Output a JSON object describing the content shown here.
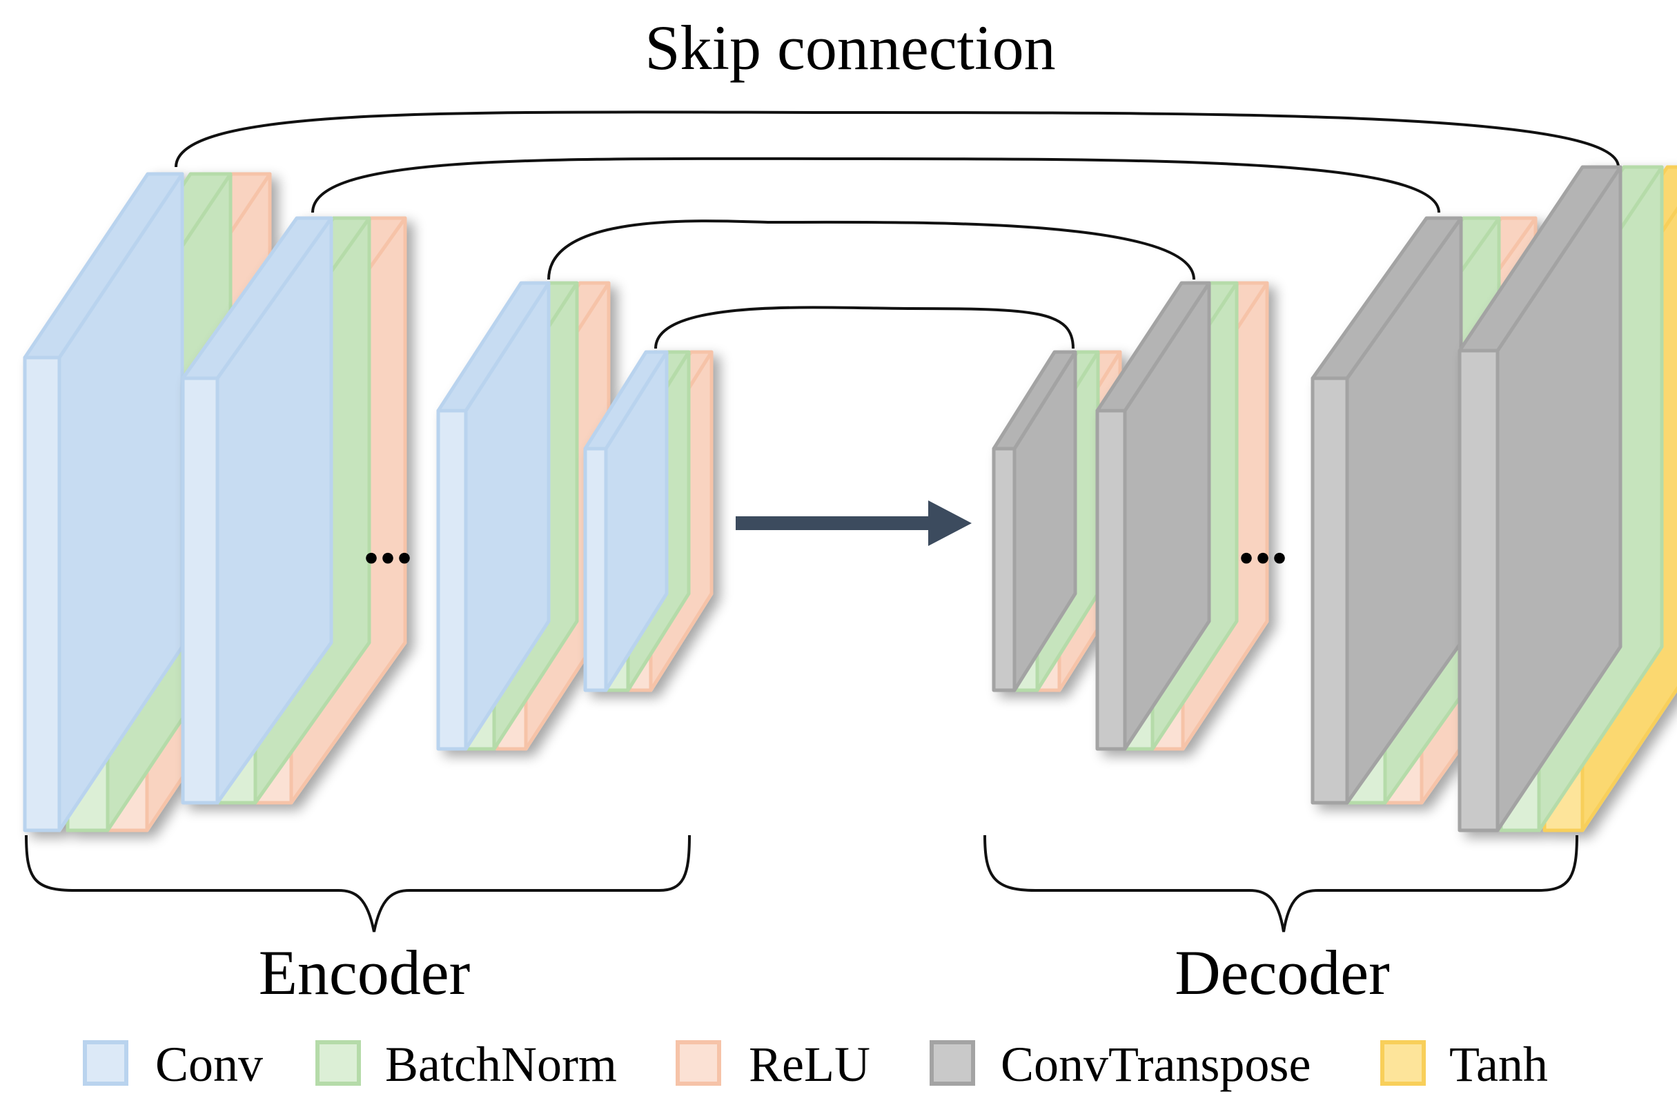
{
  "diagram": {
    "title": "Skip connection",
    "sections": {
      "encoder": "Encoder",
      "decoder": "Decoder"
    },
    "ellipsis": "...",
    "colors": {
      "conv": {
        "front": "#dce9f7",
        "side": "#c7dcf2",
        "edge": "#b9d3ee"
      },
      "batchnorm": {
        "front": "#dcefd6",
        "side": "#c6e4bd",
        "edge": "#b5dba9"
      },
      "relu": {
        "front": "#fbe1d4",
        "side": "#f9d3c0",
        "edge": "#f6c3a8"
      },
      "convtranspose": {
        "front": "#c9c9c9",
        "side": "#b4b4b4",
        "edge": "#a3a3a3"
      },
      "tanh": {
        "front": "#fde49a",
        "side": "#fbd870",
        "edge": "#f8cf5a"
      },
      "arrow": "#3c4b5e",
      "line": "#111111"
    },
    "legend": [
      {
        "key": "conv",
        "label": "Conv"
      },
      {
        "key": "batchnorm",
        "label": "BatchNorm"
      },
      {
        "key": "relu",
        "label": "ReLU"
      },
      {
        "key": "convtranspose",
        "label": "ConvTranspose"
      },
      {
        "key": "tanh",
        "label": "Tanh"
      }
    ]
  }
}
